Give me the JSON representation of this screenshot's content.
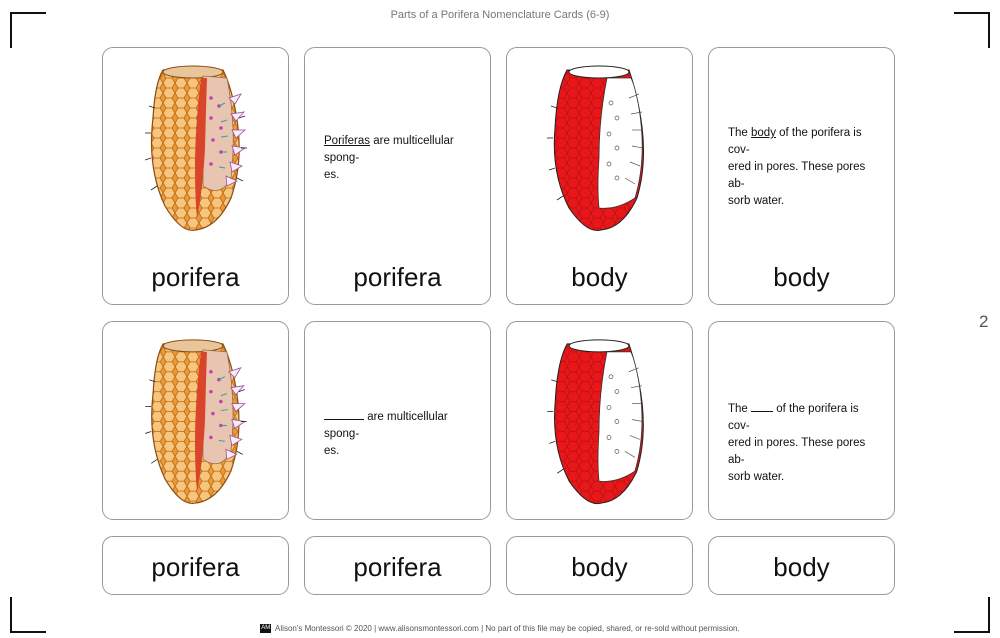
{
  "header": {
    "title": "Parts of a Porifera Nomenclature Cards (6-9)"
  },
  "page_number": "2",
  "cards": {
    "row1": {
      "picture1_label": "porifera",
      "definition1": {
        "term": "Poriferas",
        "rest": " are multicellular spong-",
        "line2": "es.",
        "label": "porifera"
      },
      "picture2_label": "body",
      "definition2": {
        "pre": "The ",
        "term": "body",
        "post": " of the porifera is cov-",
        "line2": "ered in pores. These pores ab-",
        "line3": "sorb water.",
        "label": "body"
      }
    },
    "row2": {
      "definition1": {
        "rest": " are multicellular spong-",
        "line2": "es."
      },
      "definition2": {
        "pre": "The ",
        "post": " of the porifera is cov-",
        "line2": "ered in pores. These pores ab-",
        "line3": "sorb water."
      }
    },
    "row3": {
      "label1": "porifera",
      "label2": "porifera",
      "label3": "body",
      "label4": "body"
    }
  },
  "footer": {
    "logo": "AM",
    "text": "Alison's Montessori © 2020 | www.alisonsmontessori.com | No part of this file may be copied, shared, or re-sold without permission."
  },
  "colors": {
    "highlight_red": "#e8171a",
    "sponge_orange": "#e9962e",
    "card_border": "#9a9a9a"
  }
}
